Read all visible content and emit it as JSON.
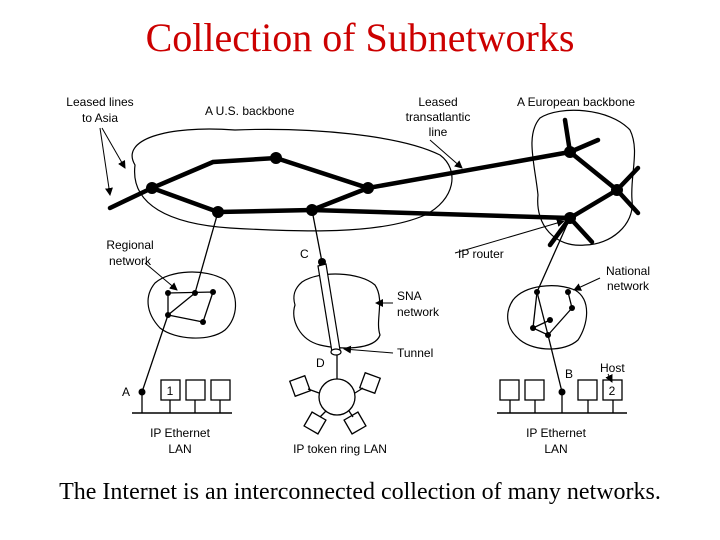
{
  "title": "Collection of Subnetworks",
  "caption": "The Internet is an interconnected collection of many networks.",
  "labels": {
    "leased_asia_1": "Leased lines",
    "leased_asia_2": "to Asia",
    "us_backbone": "A U.S. backbone",
    "transatlantic_1": "Leased",
    "transatlantic_2": "transatlantic",
    "transatlantic_3": "line",
    "european_backbone": "A European backbone",
    "regional_1": "Regional",
    "regional_2": "network",
    "node_c": "C",
    "ip_router": "IP router",
    "national_1": "National",
    "national_2": "network",
    "sna_1": "SNA",
    "sna_2": "network",
    "tunnel": "Tunnel",
    "node_d": "D",
    "node_a": "A",
    "node_b": "B",
    "host": "Host",
    "host_1": "1",
    "host_2": "2",
    "ip_eth_left_1": "IP Ethernet",
    "ip_eth_left_2": "LAN",
    "token_ring_1": "IP token ring LAN",
    "ip_eth_right_1": "IP Ethernet",
    "ip_eth_right_2": "LAN"
  }
}
